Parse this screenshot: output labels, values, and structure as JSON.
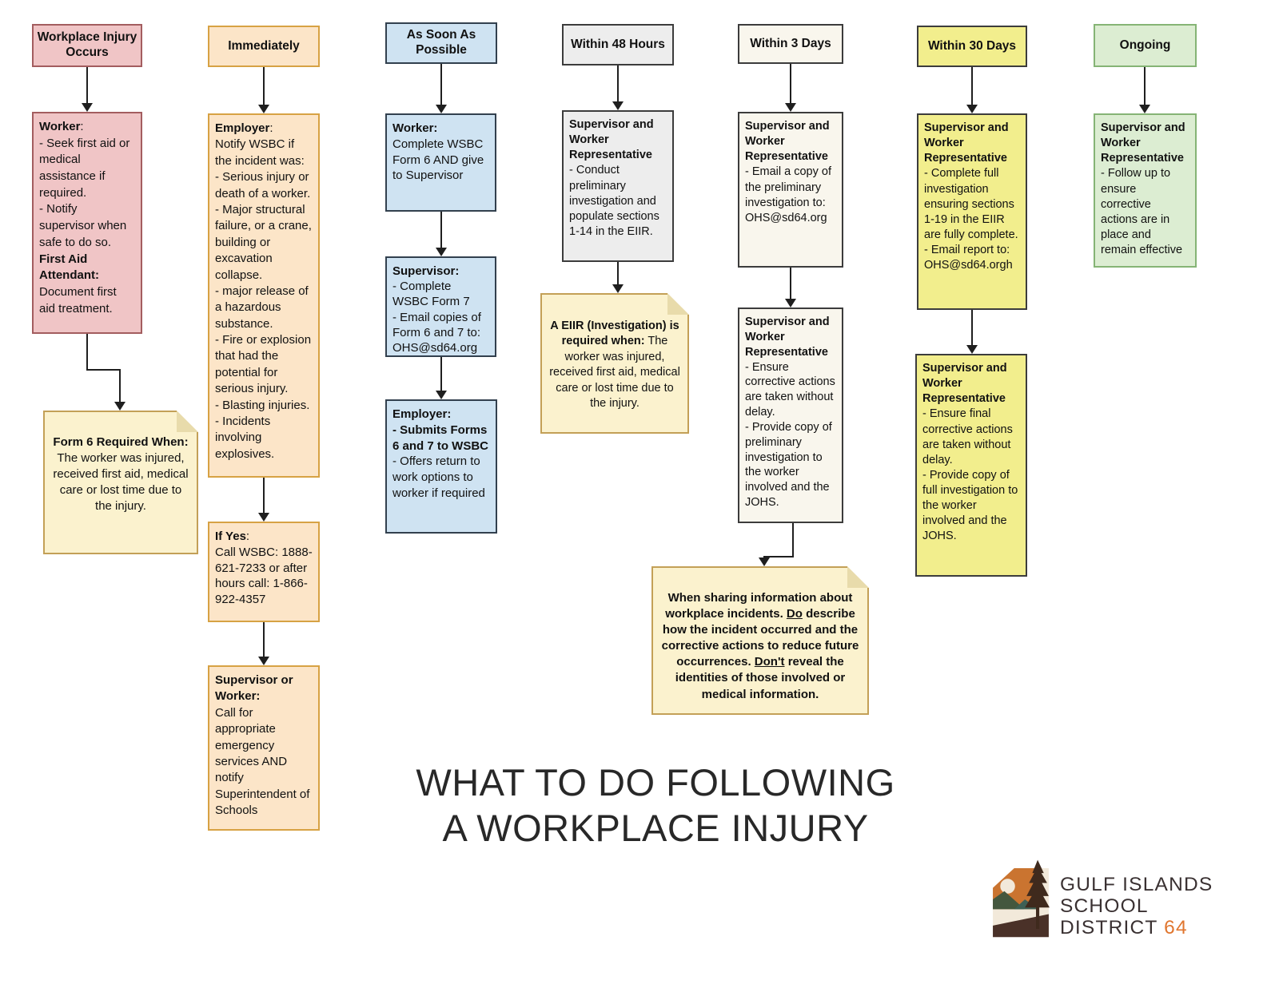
{
  "title": {
    "line1": "WHAT TO DO FOLLOWING",
    "line2": "A WORKPLACE INJURY"
  },
  "logo": {
    "line1": "GULF ISLANDS",
    "line2": "SCHOOL",
    "line3": "DISTRICT ",
    "number": "64"
  },
  "colors": {
    "pink": "#f0c5c6",
    "pink_border": "#a35d5f",
    "peach": "#fce5c8",
    "peach_border": "#d7a244",
    "blue": "#cfe3f2",
    "blue_border": "#32404e",
    "gray": "#ededed",
    "cream": "#f9f6ed",
    "yellow": "#f2ee8d",
    "dark_border": "#3c3c3c",
    "green": "#dcedd2",
    "green_border": "#85b475",
    "note_fill": "#fbf2ce",
    "note_border": "#c3a057",
    "arrow": "#1f1f1f"
  },
  "columns": {
    "c1": {
      "header": "Workplace Injury Occurs",
      "box": [
        {
          "t": "Worker",
          "b": true
        },
        {
          "t": ":\n- Seek first aid or medical assistance if required.\n- Notify supervisor when safe to do so.\n"
        },
        {
          "t": "First Aid Attendant:",
          "b": true
        },
        {
          "t": "\nDocument first aid treatment."
        }
      ],
      "note": [
        {
          "t": "Form 6 Required When:",
          "b": true
        },
        {
          "t": "\nThe worker was injured, received first aid, medical care or lost time due to the injury."
        }
      ]
    },
    "c2": {
      "header": "Immediately",
      "box1": [
        {
          "t": "Employer",
          "b": true
        },
        {
          "t": ":\nNotify WSBC if the incident was:\n- Serious injury or death of a worker.\n- Major structural failure, or a crane, building or excavation collapse.\n- major release of a hazardous substance.\n- Fire or explosion that had the potential for serious injury.\n- Blasting injuries.\n- Incidents involving explosives."
        }
      ],
      "box2": [
        {
          "t": "If Yes",
          "b": true
        },
        {
          "t": ":\nCall WSBC: 1888-621-7233 or after hours call: 1-866-922-4357"
        }
      ],
      "box3": [
        {
          "t": "Supervisor or Worker:",
          "b": true
        },
        {
          "t": "\nCall for appropriate emergency services AND notify Superintendent of Schools"
        }
      ]
    },
    "c3": {
      "header": "As Soon As Possible",
      "box1": [
        {
          "t": "Worker:",
          "b": true
        },
        {
          "t": "\nComplete WSBC Form 6 AND give to Supervisor"
        }
      ],
      "box2": [
        {
          "t": "Supervisor:",
          "b": true
        },
        {
          "t": "\n- Complete WSBC Form 7\n- Email copies of Form 6 and 7 to:\nOHS@sd64.org"
        }
      ],
      "box3": [
        {
          "t": "Employer:",
          "b": true
        },
        {
          "t": "\n"
        },
        {
          "t": "- Submits Forms 6 and 7 to WSBC",
          "b": true
        },
        {
          "t": "\n- Offers return to work options to worker if required"
        }
      ]
    },
    "c4": {
      "header": "Within 48 Hours",
      "box1": [
        {
          "t": "Supervisor and Worker Representative",
          "b": true
        },
        {
          "t": "\n- Conduct preliminary investigation and populate sections 1-14 in the EIIR."
        }
      ],
      "note": [
        {
          "t": "A EIIR (Investigation) is required when:",
          "b": true
        },
        {
          "t": " The worker was injured, received first aid, medical care or lost time due to the injury."
        }
      ]
    },
    "c5": {
      "header": "Within 3 Days",
      "box1": [
        {
          "t": "Supervisor and Worker Representative",
          "b": true
        },
        {
          "t": "\n- Email a copy of the preliminary investigation to:\nOHS@sd64.org"
        }
      ],
      "box2": [
        {
          "t": "Supervisor and Worker Representative",
          "b": true
        },
        {
          "t": "\n- Ensure corrective actions are taken without delay.\n- Provide copy of preliminary investigation to the worker involved and the JOHS."
        }
      ],
      "note": [
        {
          "t": "When sharing information about workplace incidents. ",
          "b": true
        },
        {
          "t": "Do",
          "b": true,
          "u": true
        },
        {
          "t": " describe how the incident occurred and the corrective actions to reduce future occurrences.  ",
          "b": true
        },
        {
          "t": "Don't",
          "b": true,
          "u": true
        },
        {
          "t": " reveal the identities of those involved or medical information.",
          "b": true
        }
      ]
    },
    "c6": {
      "header": "Within 30 Days",
      "box1": [
        {
          "t": "Supervisor and Worker Representative",
          "b": true
        },
        {
          "t": "\n- Complete full investigation ensuring sections 1-19 in the EIIR are fully complete.\n- Email report to:\nOHS@sd64.orgh"
        }
      ],
      "box2": [
        {
          "t": "Supervisor and Worker Representative",
          "b": true
        },
        {
          "t": "\n- Ensure final corrective actions are taken without delay.\n- Provide copy of full investigation to the worker involved and the JOHS."
        }
      ]
    },
    "c7": {
      "header": "Ongoing",
      "box1": [
        {
          "t": "Supervisor and Worker Representative",
          "b": true
        },
        {
          "t": "\n- Follow up to ensure corrective actions are in place and remain effective"
        }
      ]
    }
  }
}
